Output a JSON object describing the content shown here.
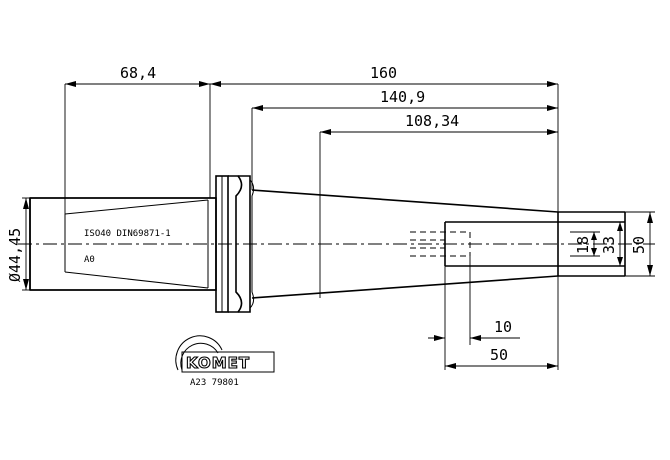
{
  "dimensions": {
    "d_68_4": "68,4",
    "d_160": "160",
    "d_140_9": "140,9",
    "d_108_34": "108,34",
    "d_44_45": "Ø44,45",
    "d_18": "18",
    "d_33": "33",
    "d_50_dia": "50",
    "d_10": "10",
    "d_50_len": "50"
  },
  "taper_labels": {
    "standard": "ISO40 DIN69871-1",
    "form": "A0"
  },
  "logo": {
    "brand": "KOMET",
    "part_number": "A23 79801"
  }
}
